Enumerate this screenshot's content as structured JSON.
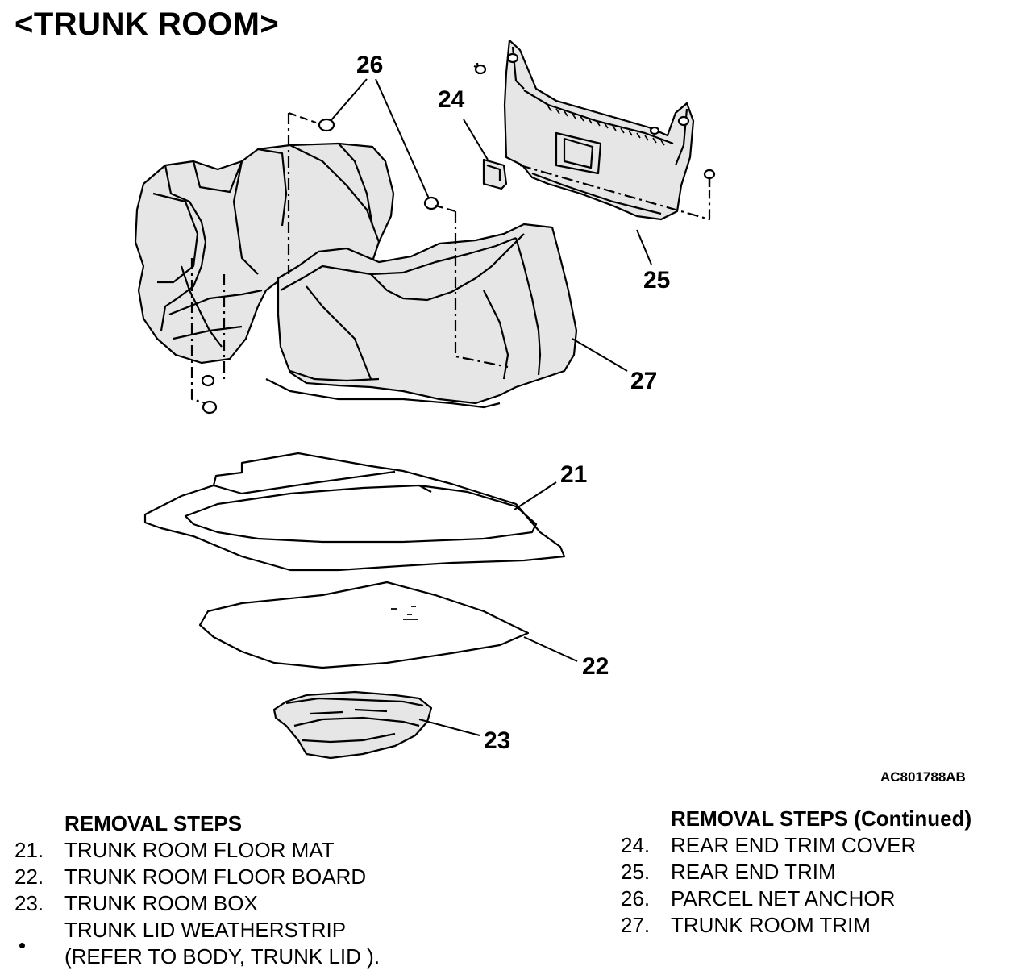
{
  "title": "<TRUNK ROOM>",
  "figure_code": "AC801788AB",
  "callouts": [
    "21",
    "22",
    "23",
    "24",
    "25",
    "26",
    "27"
  ],
  "left_steps": {
    "heading": "REMOVAL STEPS",
    "items": [
      {
        "num": "21.",
        "text": "TRUNK ROOM FLOOR MAT"
      },
      {
        "num": "22.",
        "text": "TRUNK ROOM FLOOR BOARD"
      },
      {
        "num": "23.",
        "text": "TRUNK ROOM BOX"
      },
      {
        "num": "",
        "text": "TRUNK LID WEATHERSTRIP"
      },
      {
        "num": "",
        "text": "(REFER TO BODY, TRUNK LID )."
      }
    ]
  },
  "right_steps": {
    "heading": "REMOVAL STEPS (Continued)",
    "items": [
      {
        "num": "24.",
        "text": "REAR END TRIM COVER"
      },
      {
        "num": "25.",
        "text": "REAR END TRIM"
      },
      {
        "num": "26.",
        "text": "PARCEL NET ANCHOR"
      },
      {
        "num": "27.",
        "text": "TRUNK ROOM TRIM"
      }
    ]
  }
}
